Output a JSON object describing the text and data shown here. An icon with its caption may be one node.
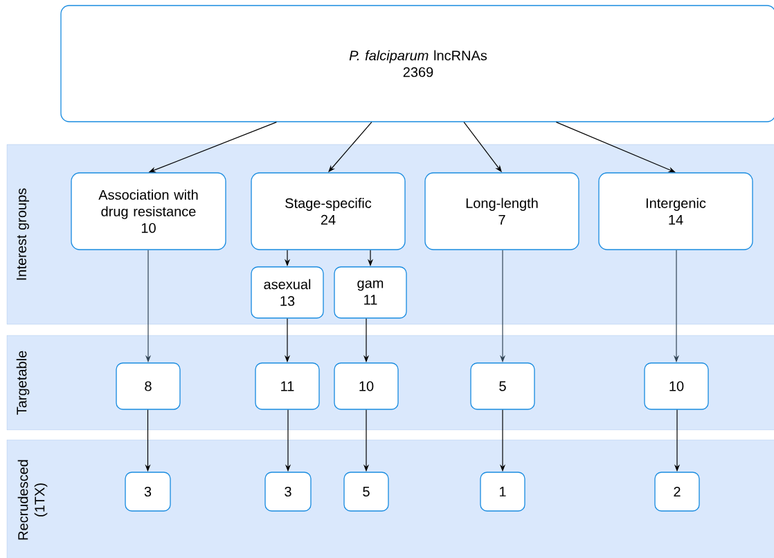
{
  "diagram": {
    "nodes": [
      {
        "text": [
          "*P. falciparum* lncRNAs",
          "2369"
        ]
      },
      {
        "text": [
          "Interest groups"
        ]
      },
      {
        "text": [
          "Association with drug resistance",
          "10"
        ],
        "in": 1
      },
      {
        "text": [
          "Stage-specific",
          "24"
        ],
        "in": 1
      },
      {
        "text": [
          "Long-length",
          "7"
        ],
        "in": 1
      },
      {
        "text": [
          "Intergenic",
          "14"
        ],
        "in": 1
      },
      {
        "text": [
          "asexual",
          "13"
        ],
        "in": 1
      },
      {
        "text": [
          "gam",
          "11"
        ],
        "in": 1
      },
      {
        "text": [
          "Targetable"
        ]
      },
      {
        "text": [
          "8"
        ],
        "in": 8
      },
      {
        "text": [
          "11"
        ],
        "in": 8
      },
      {
        "text": [
          "10"
        ],
        "in": 8
      },
      {
        "text": [
          "5"
        ],
        "in": 8
      },
      {
        "text": [
          "10"
        ],
        "in": 8
      },
      {
        "text": [
          "Recrudesced (1TX)"
        ]
      },
      {
        "text": [
          "3"
        ],
        "in": 14
      },
      {
        "text": [
          "3"
        ],
        "in": 14
      },
      {
        "text": [
          "5"
        ],
        "in": 14
      },
      {
        "text": [
          "1"
        ],
        "in": 14
      },
      {
        "text": [
          "2"
        ],
        "in": 14
      }
    ],
    "edges": [
      {
        "from": 0,
        "to": 2,
        "arrow": "to"
      },
      {
        "from": 0,
        "to": 3,
        "arrow": "to"
      },
      {
        "from": 0,
        "to": 4,
        "arrow": "to"
      },
      {
        "from": 0,
        "to": 5,
        "arrow": "to"
      },
      {
        "from": 3,
        "to": 6,
        "arrow": "to"
      },
      {
        "from": 3,
        "to": 7,
        "arrow": "to"
      },
      {
        "from": 2,
        "to": 9,
        "arrow": "to",
        "color": "#314354"
      },
      {
        "from": 6,
        "to": 10,
        "arrow": "to"
      },
      {
        "from": 7,
        "to": 11,
        "arrow": "to"
      },
      {
        "from": 4,
        "to": 12,
        "arrow": "to",
        "color": "#314354"
      },
      {
        "from": 5,
        "to": 13,
        "arrow": "to",
        "color": "#314354"
      },
      {
        "from": 9,
        "to": 15,
        "arrow": "to"
      },
      {
        "from": 10,
        "to": 16,
        "arrow": "to"
      },
      {
        "from": 11,
        "to": 17,
        "arrow": "to"
      },
      {
        "from": 12,
        "to": 18,
        "arrow": "to"
      },
      {
        "from": 13,
        "to": 19,
        "arrow": "to"
      }
    ]
  }
}
